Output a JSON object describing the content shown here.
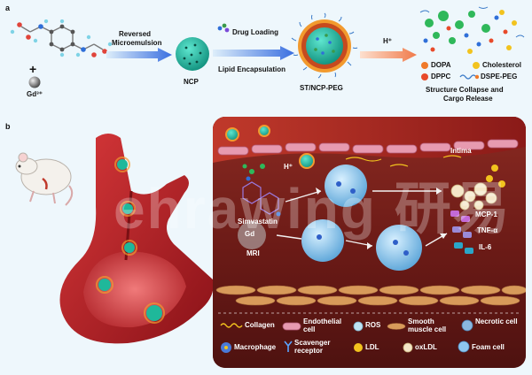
{
  "panel_a": {
    "label": "a",
    "gd_label": "Gd³⁺",
    "plus": "+",
    "step1_line1": "Reversed",
    "step1_line2": "Microemulsion",
    "ncp_label": "NCP",
    "step2_top": "Drug Loading",
    "step2_bottom": "Lipid Encapsulation",
    "st_label": "ST/NCP-PEG",
    "proton": "H⁺",
    "legend": [
      "DOPA",
      "Cholesterol",
      "DPPC",
      "DSPE-PEG"
    ],
    "release_line1": "Structure Collapse and",
    "release_line2": "Cargo Release"
  },
  "panel_b": {
    "label": "b",
    "intima": "Intima",
    "proton": "H⁺",
    "simvastatin": "Simvastatin",
    "gd": "Gd",
    "mri": "MRI",
    "cytokines": [
      "MCP-1",
      "TNF-α",
      "IL-6"
    ],
    "legend": {
      "collagen": "Collagen",
      "endothelial": "Endothelial cell",
      "ros": "ROS",
      "smooth": "Smooth muscle cell",
      "necrotic": "Necrotic cell",
      "macrophage": "Macrophage",
      "scavenger": "Scavenger receptor",
      "ldl": "LDL",
      "oxldl": "oxLDL",
      "foam": "Foam cell"
    }
  },
  "watermark": "ehrawing 研易",
  "colors": {
    "background": "#eef7fc",
    "lesion": "#6e1b17",
    "arrow_blue": "#3a6fe0",
    "arrow_orange": "#f07a4a",
    "nanoparticle": "#23c2a8"
  }
}
